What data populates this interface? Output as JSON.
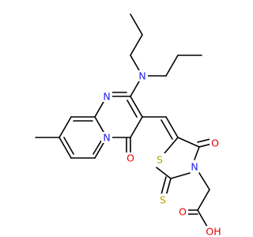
{
  "molecule": {
    "colors": {
      "bond": "#000000",
      "N": "#1f1fe6",
      "O": "#e60000",
      "S": "#b3a800",
      "C": "#000000"
    },
    "atom_labels": {
      "n_amine": "N",
      "n_ring_top": "N",
      "n_ring_bridge": "N",
      "o_pyridone": "O",
      "s_ring": "S",
      "o_thiazolidinone": "O",
      "n_thiazolidine": "N",
      "s_thione": "S",
      "o_acid_carbonyl": "O",
      "oh_acid": "OH"
    }
  }
}
